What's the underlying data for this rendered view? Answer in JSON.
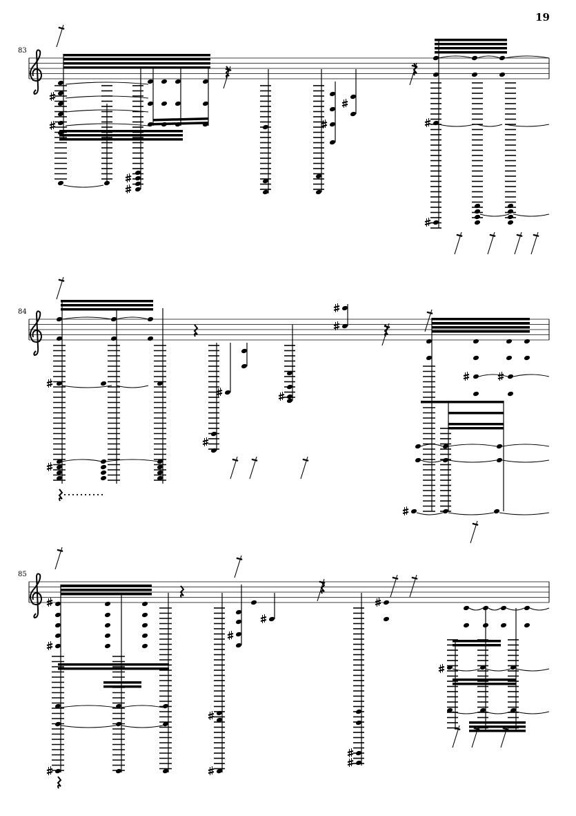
{
  "page": {
    "number": "19"
  },
  "systems": [
    {
      "measure": "83"
    },
    {
      "measure": "84"
    },
    {
      "measure": "85"
    }
  ],
  "colors": {
    "ink": "#000000",
    "paper": "#ffffff"
  },
  "icons": {
    "clef": "treble-clef-icon",
    "rest": "quarter-rest-icon"
  }
}
